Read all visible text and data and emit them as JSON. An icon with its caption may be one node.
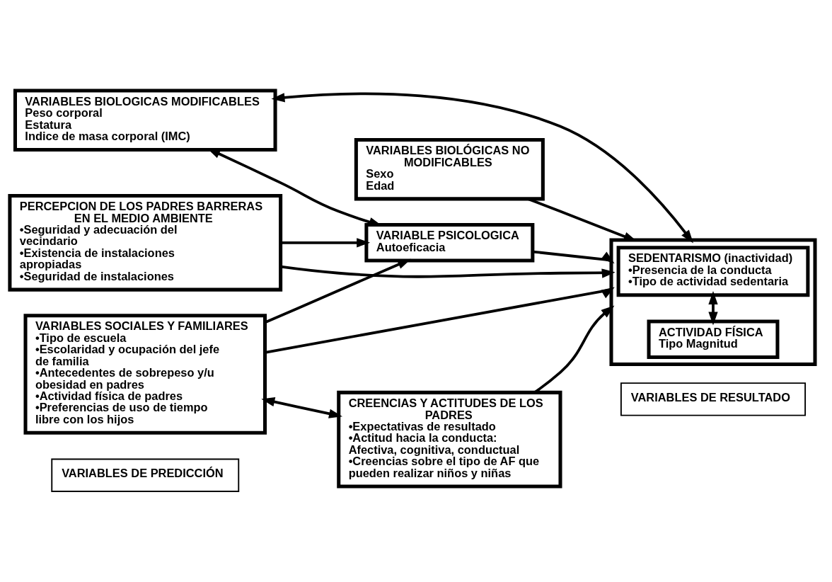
{
  "diagram": {
    "nodes": [
      {
        "text": [
          "VARIABLES DE PREDICCIÓN"
        ]
      },
      {
        "text": [
          "VARIABLES DE RESULTADO"
        ]
      },
      {
        "text": [
          "VARIABLES BIOLOGICAS MODIFICABLES",
          "Peso corporal",
          "Estatura",
          "Indice de masa corporal (IMC)"
        ]
      },
      {
        "text": [
          "VARIABLES BIOLÓGICAS NO MODIFICABLES",
          "Sexo",
          "Edad"
        ]
      },
      {
        "text": [],
        "shape": "box"
      },
      {
        "text": [
          "ACTIVIDAD FÍSICA",
          "Tipo Magnitud"
        ],
        "in": 4
      },
      {
        "text": [
          "SEDENTARISMO (inactividad)",
          "•Presencia de la conducta",
          "•Tipo de actividad sedentaria"
        ],
        "in": 4
      },
      {
        "text": [
          "VARIABLE PSICOLOGICA",
          "Autoeficacia"
        ]
      },
      {
        "text": [
          "PERCEPCION DE LOS PADRES BARRERAS EN EL MEDIO AMBIENTE",
          "•Seguridad y adecuación del vecindario",
          "•Existencia de instalaciones apropiadas",
          "•Seguridad de instalaciones"
        ]
      },
      {
        "text": [
          "VARIABLES SOCIALES Y FAMILIARES",
          "•Tipo de escuela",
          "•Escolaridad y ocupación del jefe de familia",
          "•Antecedentes de sobrepeso y/u obesidad en padres",
          "•Actividad física de padres",
          "•Preferencias de uso de tiempo libre con los hijos"
        ]
      },
      {
        "text": [
          "CREENCIAS Y ACTITUDES DE LOS PADRES",
          "•Expectativas de resultado",
          "•Actitud hacia la conducta: Afectiva, cognitiva, conductual",
          "•Creencias sobre el tipo de AF que pueden realizar niños y niñas"
        ]
      }
    ],
    "edges": [
      {
        "from": 2,
        "to": 4,
        "arrow": "both"
      },
      {
        "from": 3,
        "to": 4,
        "arrow": "to"
      },
      {
        "from": 2,
        "to": 7,
        "arrow": "both"
      },
      {
        "from": 8,
        "to": 7,
        "arrow": "to"
      },
      {
        "from": 8,
        "to": 4,
        "arrow": "to"
      },
      {
        "from": 9,
        "to": 7,
        "arrow": "to"
      },
      {
        "from": 9,
        "to": 10,
        "arrow": "both"
      },
      {
        "from": 10,
        "to": 4,
        "arrow": "to"
      },
      {
        "from": 9,
        "to": 4,
        "arrow": "to"
      },
      {
        "from": 7,
        "to": 4,
        "arrow": "to"
      },
      {
        "from": 5,
        "to": 6,
        "arrow": "both"
      }
    ]
  }
}
